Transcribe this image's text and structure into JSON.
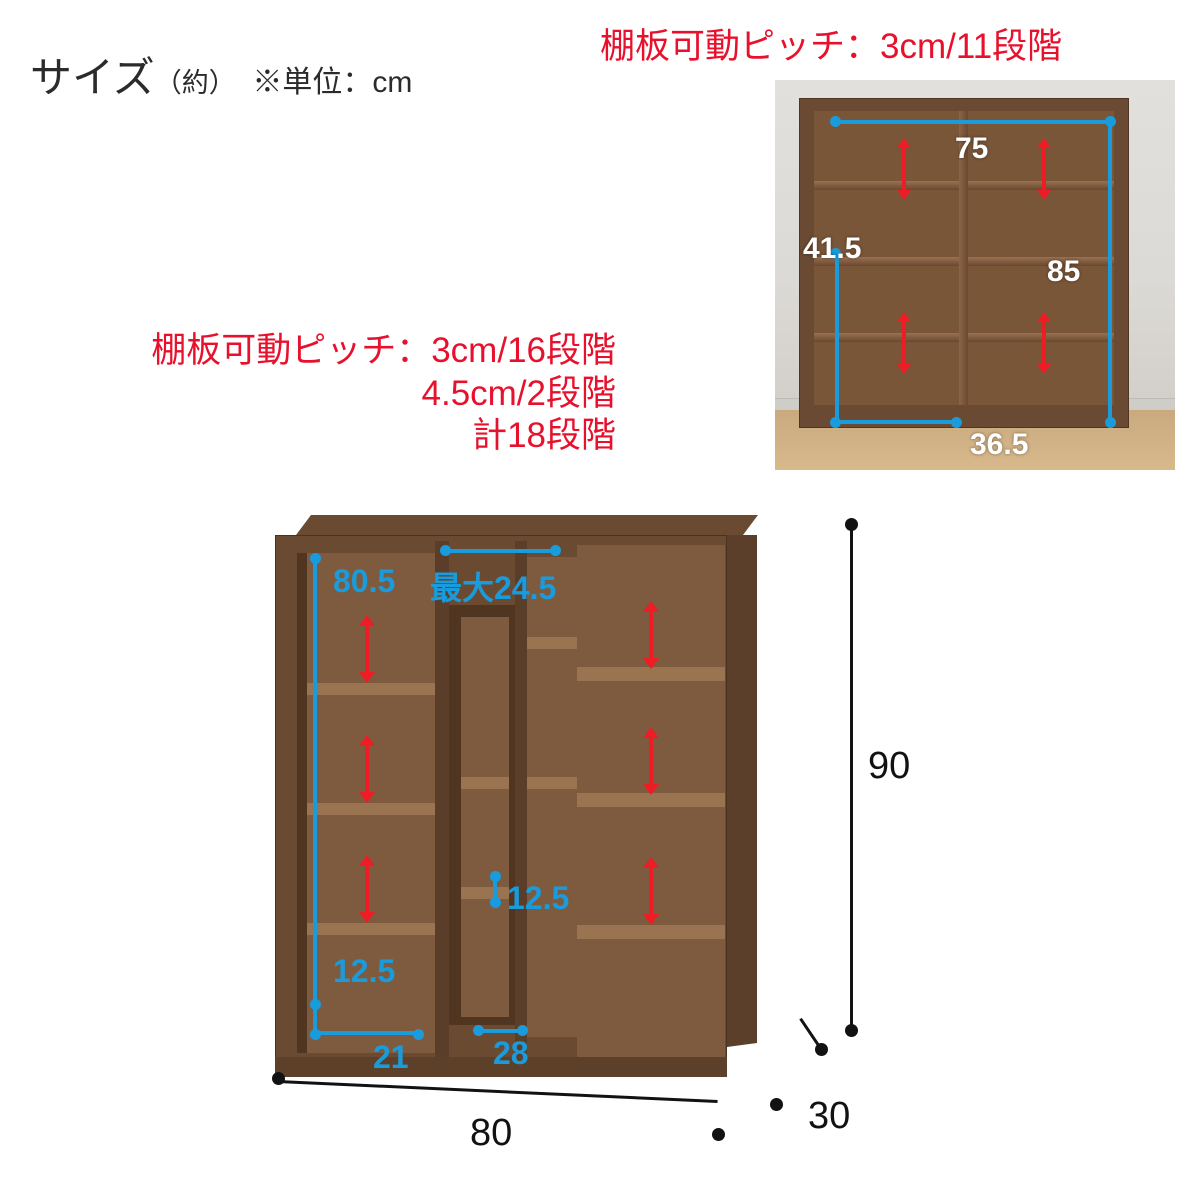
{
  "header": {
    "size_label_main": "サイズ",
    "size_label_paren": "（約）",
    "size_label_unit": "※単位：cm"
  },
  "notes": {
    "top_right": "棚板可動ピッチ：3cm/11段階",
    "left_line1": "棚板可動ピッチ：3cm/16段階",
    "left_line2": "4.5cm/2段階",
    "left_line3": "計18段階"
  },
  "photo": {
    "dimensions": {
      "width_top": "75",
      "height_right": "85",
      "height_left": "41.5",
      "width_bottom": "36.5"
    }
  },
  "main": {
    "dimensions": {
      "left_shelf_height": "80.5",
      "center_max_width": "最大24.5",
      "center_shelf_height": "12.5",
      "left_inner_height": "12.5",
      "left_inner_width": "21",
      "center_inner_width": "28",
      "overall_height": "90",
      "overall_width": "80",
      "overall_depth": "30"
    }
  },
  "colors": {
    "note_red": "#e8112d",
    "dimension_blue": "#1a9bdc",
    "arrow_red": "#ee1c25",
    "outline_black": "#121212",
    "wood_body": "#6b4a32",
    "wood_inner": "#7e5b3e",
    "wood_shelf": "#9a7351"
  }
}
